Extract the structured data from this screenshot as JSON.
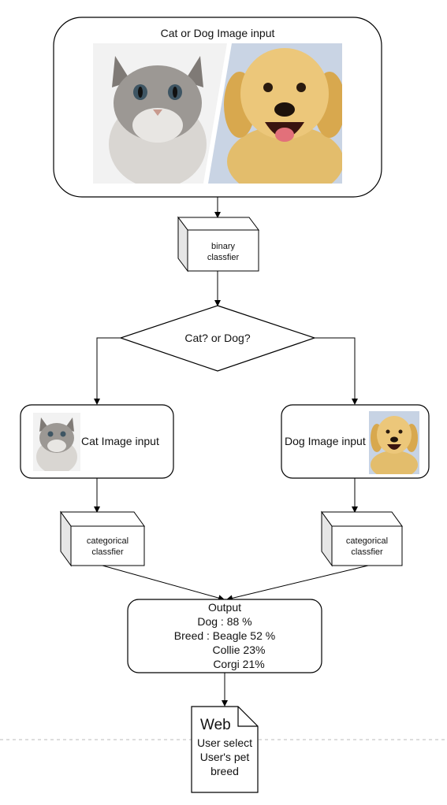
{
  "input_box": {
    "label": "Cat or Dog Image input"
  },
  "binary_classifier": {
    "line1": "binary",
    "line2": "classfier"
  },
  "decision": {
    "label": "Cat? or Dog?"
  },
  "cat_branch": {
    "label": "Cat Image input",
    "classifier_line1": "categorical",
    "classifier_line2": "classfier"
  },
  "dog_branch": {
    "label": "Dog Image input",
    "classifier_line1": "categorical",
    "classifier_line2": "classfier"
  },
  "output": {
    "lines": [
      "Output",
      "Dog : 88 %",
      "Breed : Beagle 52 %",
      "Collie 23%",
      "Corgi 21%"
    ]
  },
  "web": {
    "title": "Web",
    "lines": [
      "User select",
      "User's pet",
      "breed"
    ]
  },
  "colors": {
    "stroke": "#000000",
    "cube_side": "#e6e6e6",
    "dashed_line": "#bbbbbb",
    "dog_bg": "#c7d3e4",
    "cat_bg": "#eeeeee"
  }
}
